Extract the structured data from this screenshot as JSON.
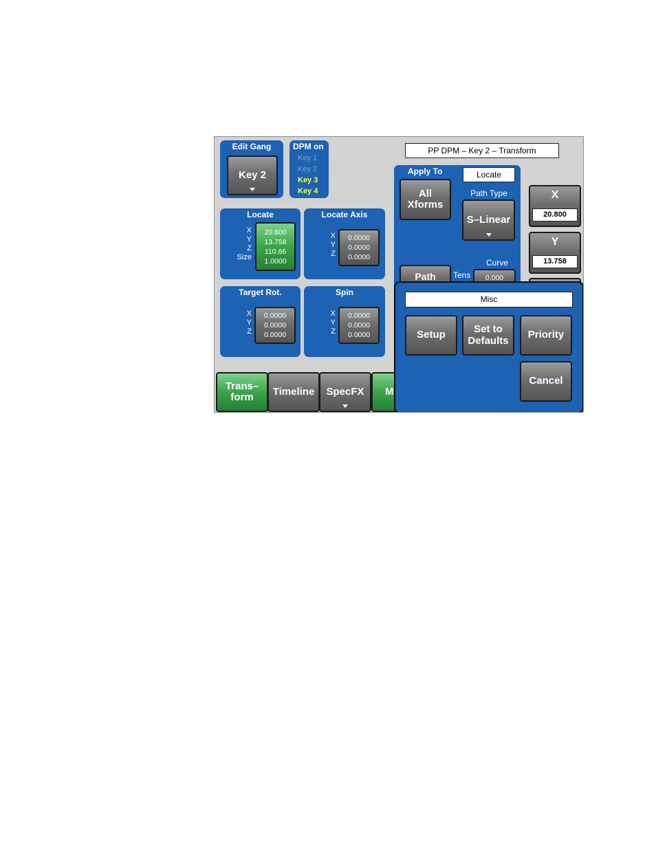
{
  "header": {
    "title": "PP DPM – Key 2 – Transform"
  },
  "edit_gang": {
    "title": "Edit Gang",
    "button": "Key 2"
  },
  "dpm_on": {
    "title": "DPM on",
    "keys": [
      {
        "label": "Key 1",
        "state": "off",
        "color": "#8a9fb8"
      },
      {
        "label": "Key 2",
        "state": "off",
        "color": "#8a9fb8"
      },
      {
        "label": "Key 3",
        "state": "on",
        "color": "#ffff33"
      },
      {
        "label": "Key 4",
        "state": "on",
        "color": "#ffff33"
      }
    ]
  },
  "locate": {
    "title": "Locate",
    "labels": [
      "X",
      "Y",
      "Z",
      "Size"
    ],
    "values": [
      "20.800",
      "13.758",
      "110.66",
      "1.0000"
    ]
  },
  "locate_axis": {
    "title": "Locate Axis",
    "labels": [
      "X",
      "Y",
      "Z"
    ],
    "values": [
      "0.0000",
      "0.0000",
      "0.0000"
    ]
  },
  "target_rot": {
    "title": "Target Rot.",
    "labels": [
      "X",
      "Y",
      "Z"
    ],
    "values": [
      "0.0000",
      "0.0000",
      "0.0000"
    ]
  },
  "spin": {
    "title": "Spin",
    "labels": [
      "X",
      "Y",
      "Z"
    ],
    "values": [
      "0.0000",
      "0.0000",
      "0.0000"
    ]
  },
  "apply_to": {
    "title": "Apply To",
    "mode": "Locate",
    "button_line1": "All",
    "button_line2": "Xforms",
    "path_type_label": "Path Type",
    "path_type_value": "S–Linear",
    "path_button": "Path",
    "curve_label": "Curve",
    "tens_label": "Tens",
    "tens_value": "0.000"
  },
  "right_controls": {
    "x_label": "X",
    "x_value": "20.800",
    "y_label": "Y",
    "y_value": "13.758"
  },
  "tabs": {
    "transform_1": "Trans–",
    "transform_2": "form",
    "timeline": "Timeline",
    "specfx": "SpecFX",
    "partial": "M"
  },
  "misc_popup": {
    "title": "Misc",
    "setup": "Setup",
    "set_defaults_1": "Set to",
    "set_defaults_2": "Defaults",
    "priority": "Priority",
    "cancel": "Cancel"
  },
  "colors": {
    "panel_blue": "#1d62b3",
    "active_green": "#3aa54a",
    "key_on": "#ffff33"
  }
}
